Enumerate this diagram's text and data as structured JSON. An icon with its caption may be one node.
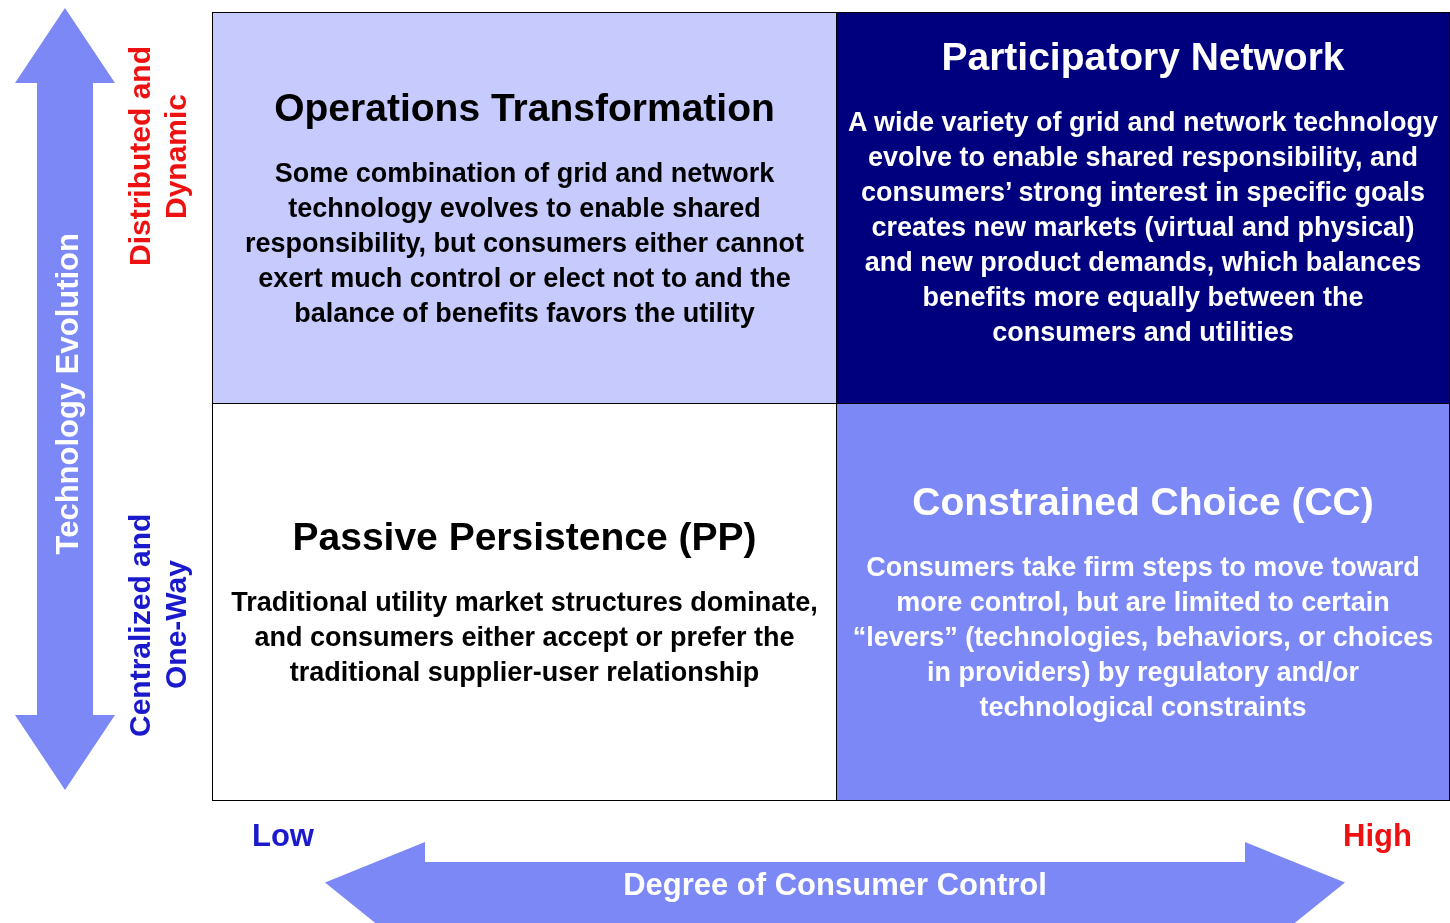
{
  "diagram": {
    "nodes": [
      {
        "text": [
          "Operations Transformation",
          "Some combination of grid and network technology evolves to enable shared responsibility, but consumers either cannot exert much control or elect not to and the balance of benefits favors the utility"
        ]
      },
      {
        "text": [
          "Participatory Network",
          "A wide variety of grid and network technology evolve to enable shared responsibility, and consumers’ strong interest in specific goals creates new markets (virtual and physical) and new product demands, which balances benefits more equally between the consumers and utilities"
        ]
      },
      {
        "text": [
          "Passive Persistence (PP)",
          "Traditional utility market structures dominate, and consumers either accept or prefer the traditional supplier-user relationship"
        ]
      },
      {
        "text": [
          "Constrained Choice (CC)",
          "Consumers take firm steps to move toward more control, but are limited to certain “levers” (technologies, behaviors, or choices in providers) by regulatory and/or technological constraints"
        ]
      },
      {
        "text": [
          "Technology Evolution"
        ]
      },
      {
        "text": [
          "Degree of Consumer Control"
        ]
      }
    ],
    "labels": [
      "Distributed and Dynamic",
      "Centralized and One-Way",
      "Low",
      "High"
    ]
  }
}
